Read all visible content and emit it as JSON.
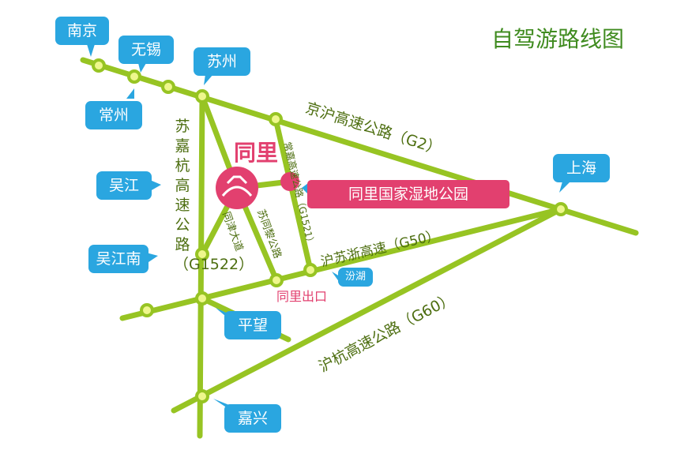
{
  "title": "自驾游路线图",
  "colors": {
    "road": "#97c423",
    "node_fill": "#eef78c",
    "bubble": "#2aa6e0",
    "accent": "#e2406f",
    "text": "#4d6e10"
  },
  "cities": {
    "nanjing": "南京",
    "wuxi": "无锡",
    "suzhou": "苏州",
    "changzhou": "常州",
    "wujiang": "吴江",
    "wujiangnan": "吴江南",
    "pingwang": "平望",
    "jiaxing": "嘉兴",
    "shanghai": "上海",
    "fenhu": "汾湖"
  },
  "roads": {
    "g2": "京沪高速公路（G2）",
    "g50": "沪苏浙高速（G50）",
    "g60": "沪杭高速公路（G60）",
    "g1522": "苏嘉杭高速公路（G1522）",
    "g1521": "常嘉高速公路（G1521）",
    "tongjin": "同津大道",
    "tongli_road": "苏同黎公路"
  },
  "tongli": {
    "name": "同里",
    "park": "同里国家湿地公园",
    "exit": "同里出口"
  }
}
